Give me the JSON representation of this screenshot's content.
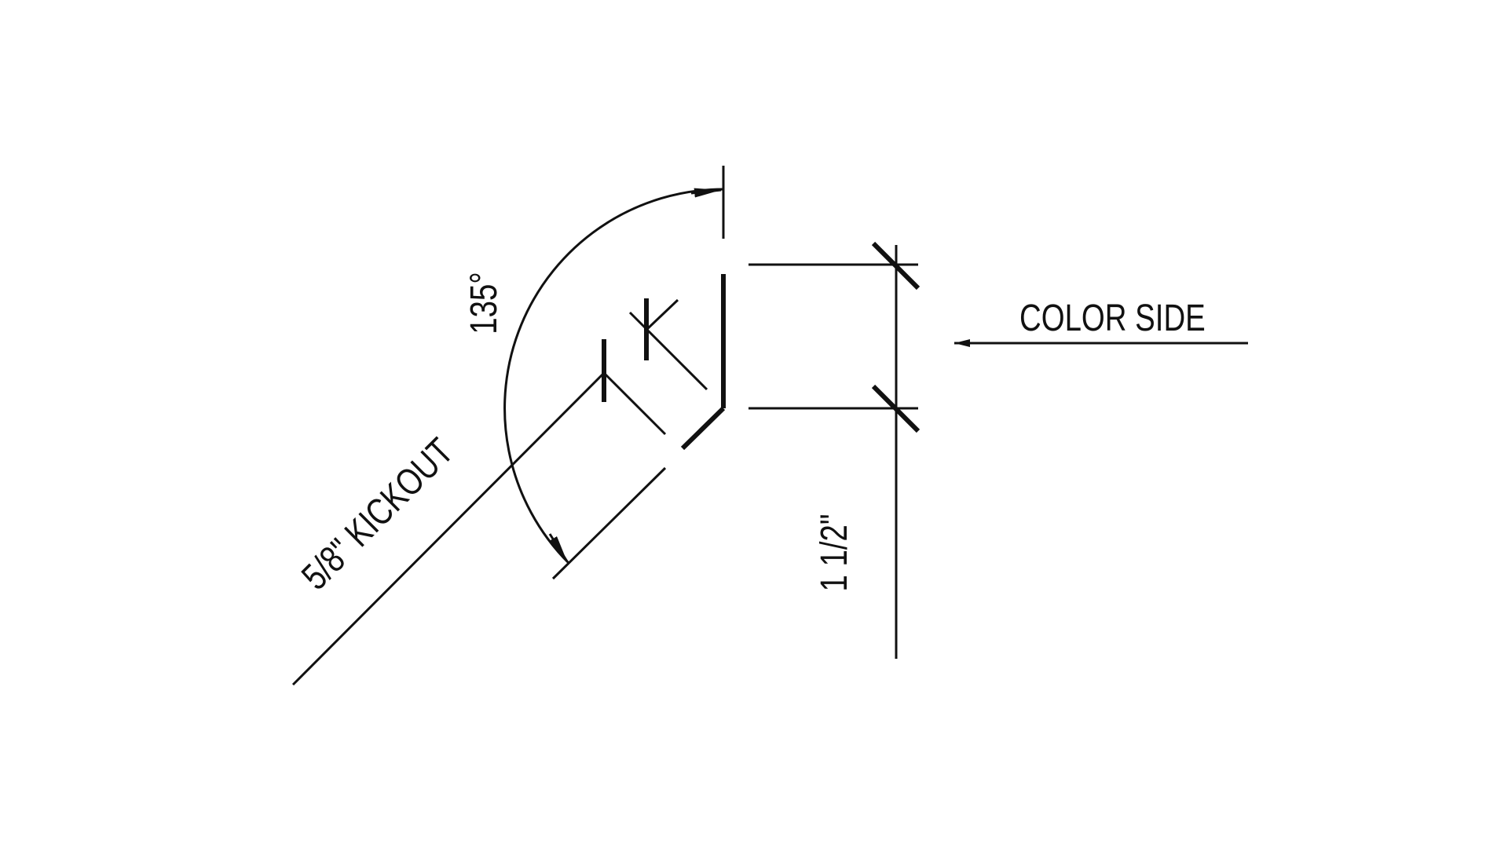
{
  "drawing": {
    "labels": {
      "angle": "135°",
      "kickout": "5/8\" KICKOUT",
      "height": "1 1/2\"",
      "color_side": "COLOR SIDE"
    },
    "line_color": "#111111",
    "background": "#ffffff"
  }
}
